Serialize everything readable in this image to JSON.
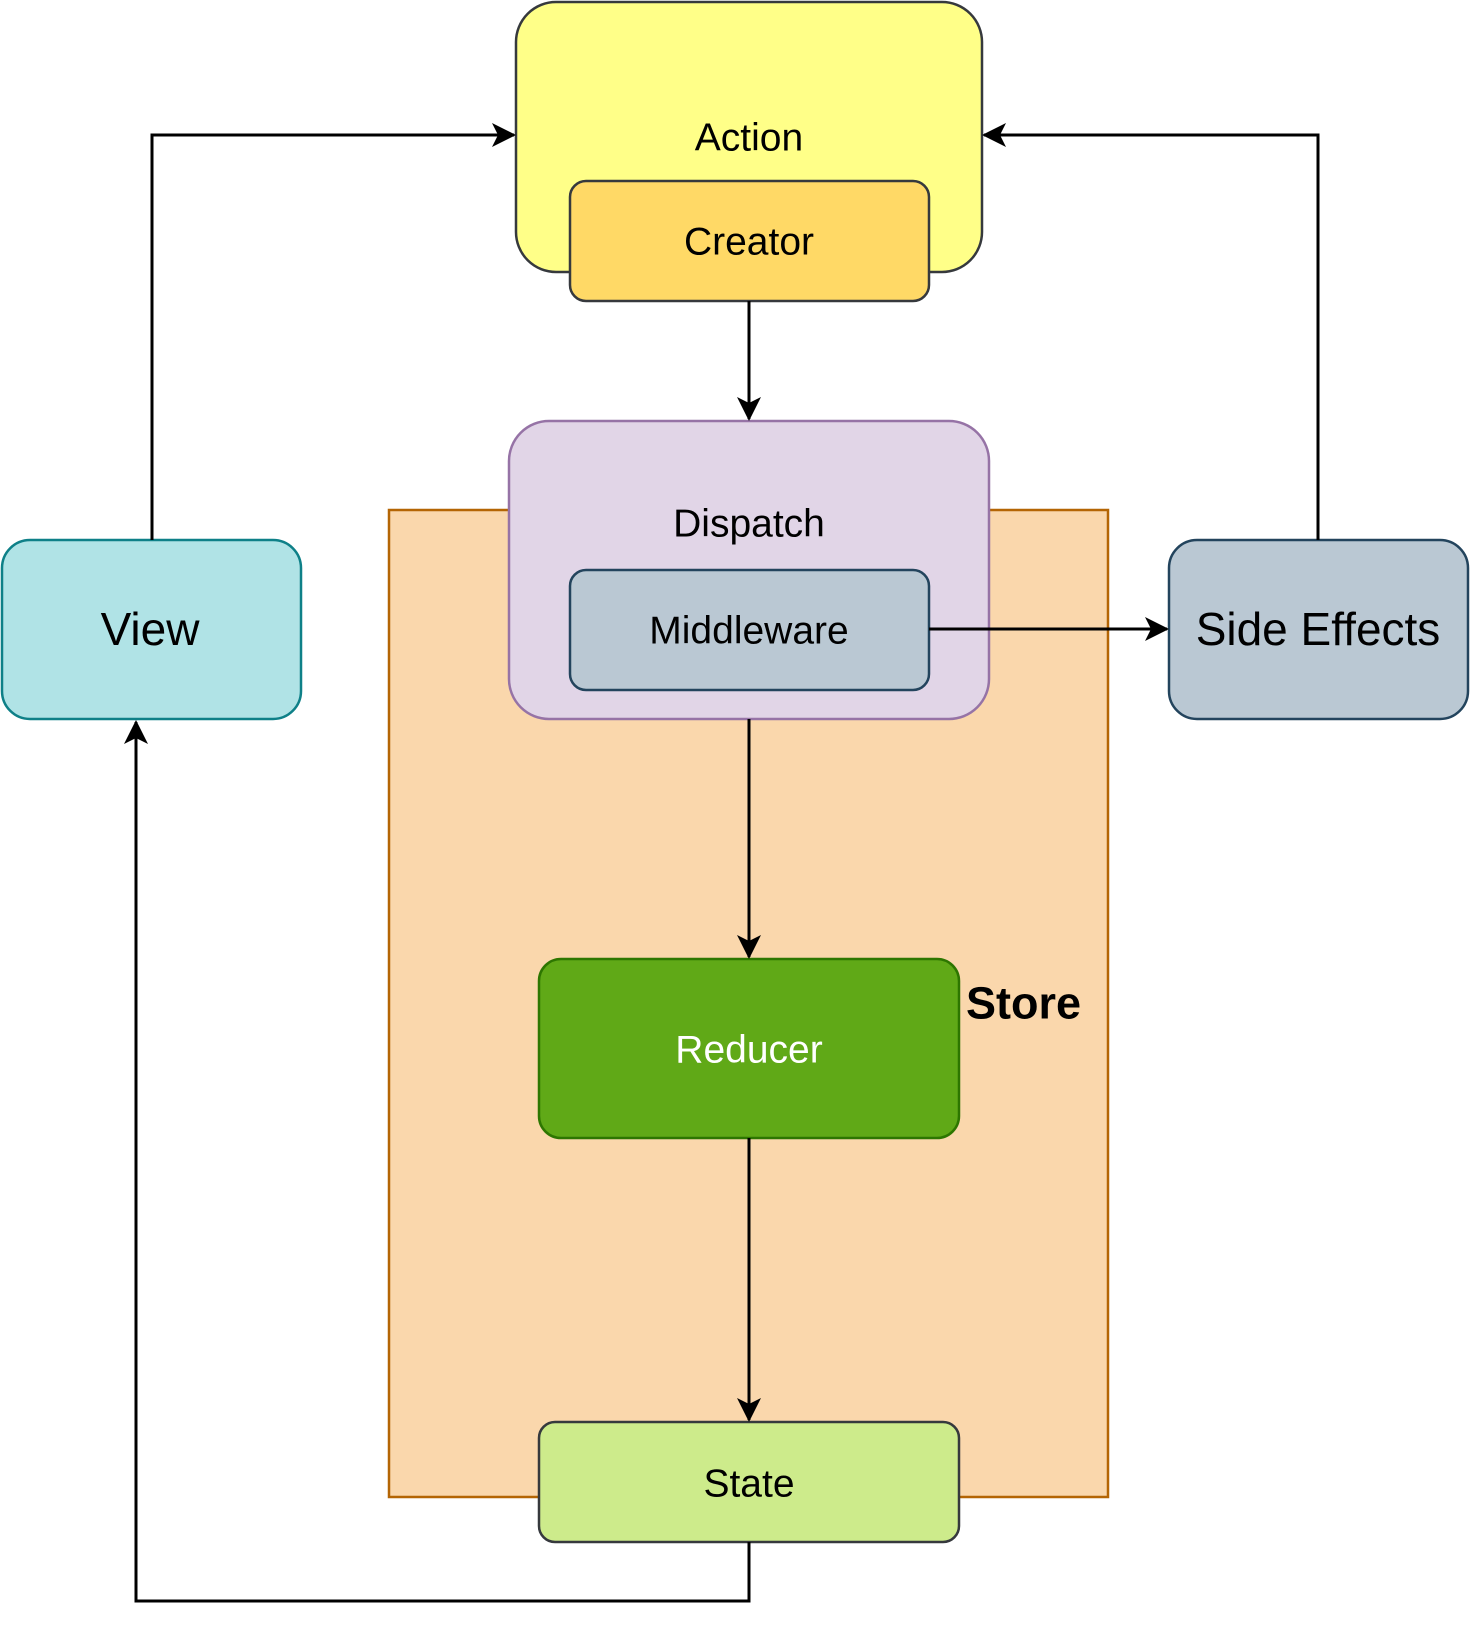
{
  "diagram": {
    "nodes": {
      "action": {
        "label": "Action",
        "fill": "#FFFF88",
        "stroke": "#36393D"
      },
      "creator": {
        "label": "Creator",
        "fill": "#FFD966",
        "stroke": "#36393D"
      },
      "dispatch": {
        "label": "Dispatch",
        "fill": "#E1D5E7",
        "stroke": "#9673A6"
      },
      "middleware": {
        "label": "Middleware",
        "fill": "#BAC8D3",
        "stroke": "#23445D"
      },
      "view": {
        "label": "View",
        "fill": "#B0E3E6",
        "stroke": "#0E8088"
      },
      "side_effects": {
        "label": "Side Effects",
        "fill": "#BAC8D3",
        "stroke": "#23445D"
      },
      "store": {
        "label": "Store",
        "fill": "#FAD7AC",
        "stroke": "#B46504"
      },
      "reducer": {
        "label": "Reducer",
        "fill": "#60A917",
        "stroke": "#2D7600",
        "text_color": "#FFFFFF"
      },
      "state": {
        "label": "State",
        "fill": "#CDEB8B",
        "stroke": "#36393D"
      }
    },
    "edges": [
      {
        "from": "creator",
        "to": "dispatch"
      },
      {
        "from": "middleware",
        "to": "side_effects"
      },
      {
        "from": "side_effects",
        "to": "action"
      },
      {
        "from": "view",
        "to": "action"
      },
      {
        "from": "dispatch",
        "to": "reducer"
      },
      {
        "from": "reducer",
        "to": "state"
      },
      {
        "from": "state",
        "to": "view"
      }
    ]
  }
}
